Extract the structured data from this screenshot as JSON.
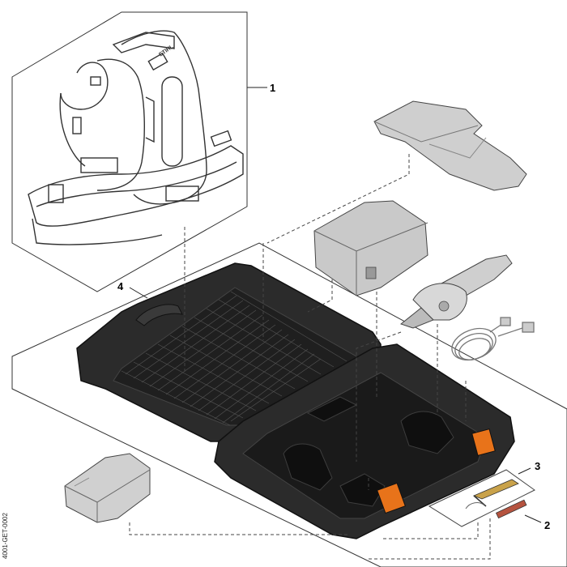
{
  "diagram": {
    "callouts": [
      {
        "number": "1",
        "part": "harness"
      },
      {
        "number": "2",
        "part": "spare-blade-strip"
      },
      {
        "number": "3",
        "part": "tool-set"
      },
      {
        "number": "4",
        "part": "carrying-case"
      }
    ],
    "harness_logo_text": "STIHL",
    "side_code": "4001-GET-0002"
  },
  "colors": {
    "case_body": "#2b2b2b",
    "case_dark": "#1a1a1a",
    "case_edge": "#3d3d3d",
    "latch_orange": "#e8731a",
    "part_gray": "#c8c8c8",
    "outline": "#222222"
  }
}
